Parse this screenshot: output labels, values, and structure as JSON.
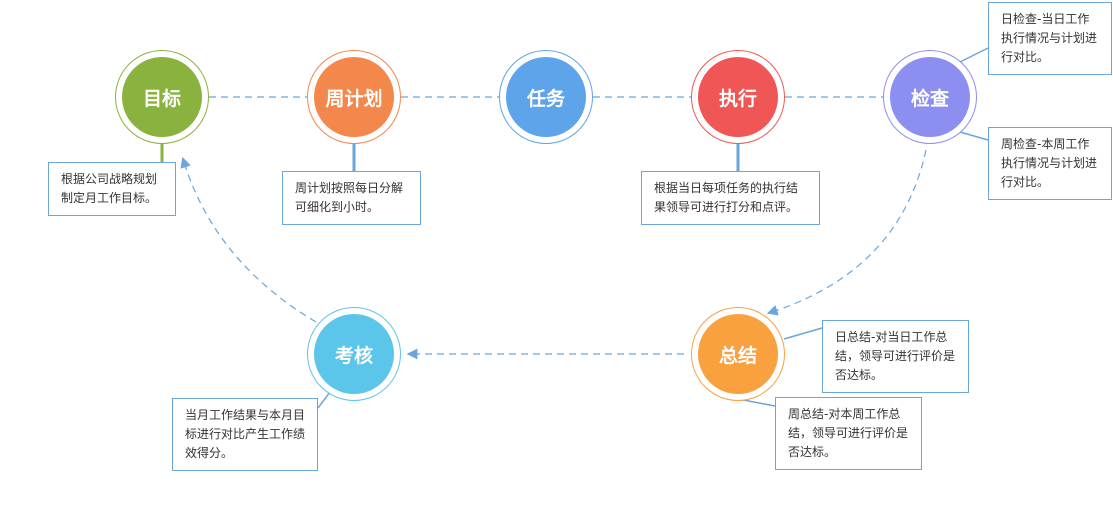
{
  "colors": {
    "target": "#8ab23e",
    "weekly": "#f4874b",
    "task": "#5ea4ea",
    "execute": "#f05656",
    "check": "#8c8ff0",
    "summary": "#f9a03f",
    "assess": "#5bc5ea",
    "connector": "#6aa6dc"
  },
  "nodes": {
    "target": "目标",
    "weekly": "周计划",
    "task": "任务",
    "execute": "执行",
    "check": "检查",
    "summary": "总结",
    "assess": "考核"
  },
  "notes": {
    "target": "根据公司战略规划制定月工作目标。",
    "weekly": "周计划按照每日分解可细化到小时。",
    "execute": "根据当日每项任务的执行结果领导可进行打分和点评。",
    "daily_check": "日检查-当日工作执行情况与计划进行对比。",
    "weekly_check": "周检查-本周工作执行情况与计划进行对比。",
    "daily_summary": "日总结-对当日工作总结，领导可进行评价是否达标。",
    "weekly_summary": "周总结-对本周工作总结，领导可进行评价是否达标。",
    "assess": "当月工作结果与本月目标进行对比产生工作绩效得分。"
  }
}
